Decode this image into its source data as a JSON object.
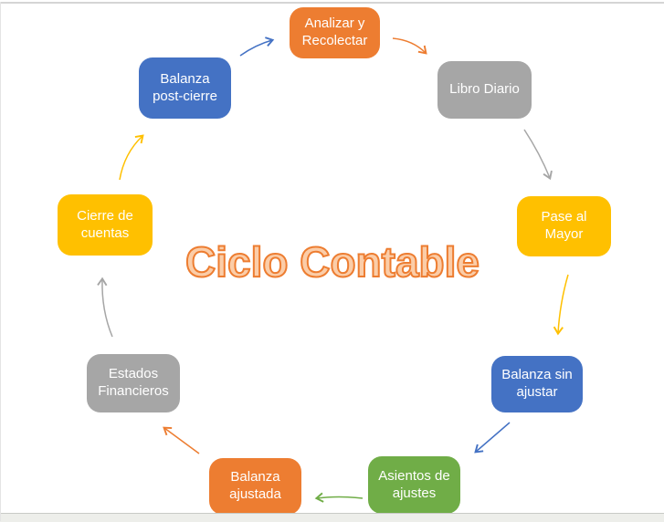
{
  "title": {
    "text": "Ciclo Contable",
    "fill_color": "#FBCDA8",
    "outline_color": "#ED7D31"
  },
  "diagram": {
    "node_text_color": "#FFFFFF",
    "nodes": [
      {
        "id": "analizar-y-recolectar",
        "label": "Analizar y Recolectar",
        "color": "#ED7D31"
      },
      {
        "id": "libro-diario",
        "label": "Libro Diario",
        "color": "#A6A6A6"
      },
      {
        "id": "pase-al-mayor",
        "label": "Pase al Mayor",
        "color": "#FFC000"
      },
      {
        "id": "balanza-sin-ajustar",
        "label": "Balanza sin ajustar",
        "color": "#4472C4"
      },
      {
        "id": "asientos-de-ajustes",
        "label": "Asientos de ajustes",
        "color": "#70AD47"
      },
      {
        "id": "balanza-ajustada",
        "label": "Balanza ajustada",
        "color": "#ED7D31"
      },
      {
        "id": "estados-financieros",
        "label": "Estados Financieros",
        "color": "#A6A6A6"
      },
      {
        "id": "cierre-de-cuentas",
        "label": "Cierre de cuentas",
        "color": "#FFC000"
      },
      {
        "id": "balanza-post-cierre",
        "label": "Balanza post-cierre",
        "color": "#4472C4"
      }
    ],
    "connections": [
      {
        "from": "analizar-y-recolectar",
        "to": "libro-diario",
        "color": "#ED7D31"
      },
      {
        "from": "libro-diario",
        "to": "pase-al-mayor",
        "color": "#A6A6A6"
      },
      {
        "from": "pase-al-mayor",
        "to": "balanza-sin-ajustar",
        "color": "#FFC000"
      },
      {
        "from": "balanza-sin-ajustar",
        "to": "asientos-de-ajustes",
        "color": "#4472C4"
      },
      {
        "from": "asientos-de-ajustes",
        "to": "balanza-ajustada",
        "color": "#70AD47"
      },
      {
        "from": "balanza-ajustada",
        "to": "estados-financieros",
        "color": "#ED7D31"
      },
      {
        "from": "estados-financieros",
        "to": "cierre-de-cuentas",
        "color": "#A6A6A6"
      },
      {
        "from": "cierre-de-cuentas",
        "to": "balanza-post-cierre",
        "color": "#FFC000"
      },
      {
        "from": "balanza-post-cierre",
        "to": "analizar-y-recolectar",
        "color": "#4472C4"
      }
    ]
  }
}
